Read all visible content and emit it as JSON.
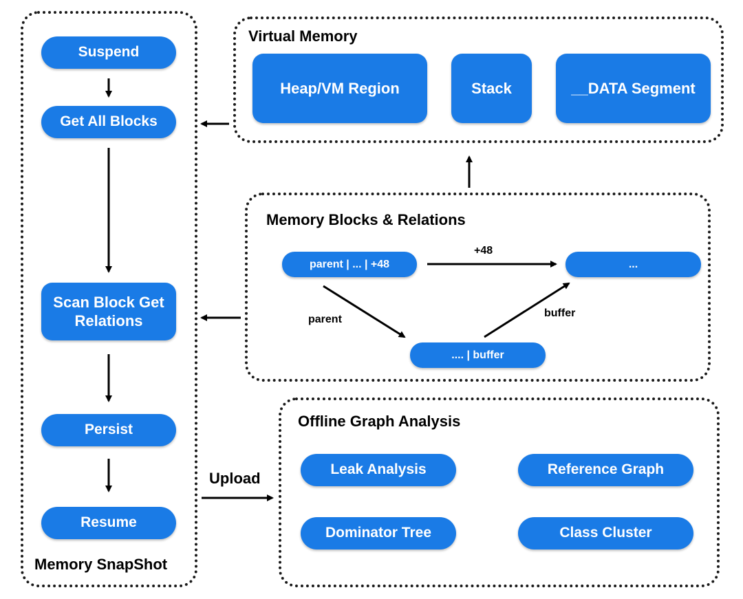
{
  "memory_snapshot": {
    "title": "Memory SnapShot",
    "steps": {
      "suspend": "Suspend",
      "get_all_blocks": "Get All Blocks",
      "scan_block": "Scan Block Get Relations",
      "persist": "Persist",
      "resume": "Resume"
    }
  },
  "virtual_memory": {
    "title": "Virtual Memory",
    "regions": {
      "heap": "Heap/VM Region",
      "stack": "Stack",
      "data_segment": "__DATA Segment"
    }
  },
  "memory_blocks": {
    "title": "Memory Blocks & Relations",
    "nodes": {
      "parent_block": "parent | ... | +48",
      "target_block": "...",
      "buffer_block": ".... | buffer"
    },
    "edges": {
      "offset_label": "+48",
      "parent_label": "parent",
      "buffer_label": "buffer"
    }
  },
  "offline_analysis": {
    "title": "Offline Graph Analysis",
    "items": {
      "leak": "Leak Analysis",
      "reference": "Reference Graph",
      "dominator": "Dominator Tree",
      "cluster": "Class Cluster"
    }
  },
  "connectors": {
    "upload_label": "Upload"
  }
}
